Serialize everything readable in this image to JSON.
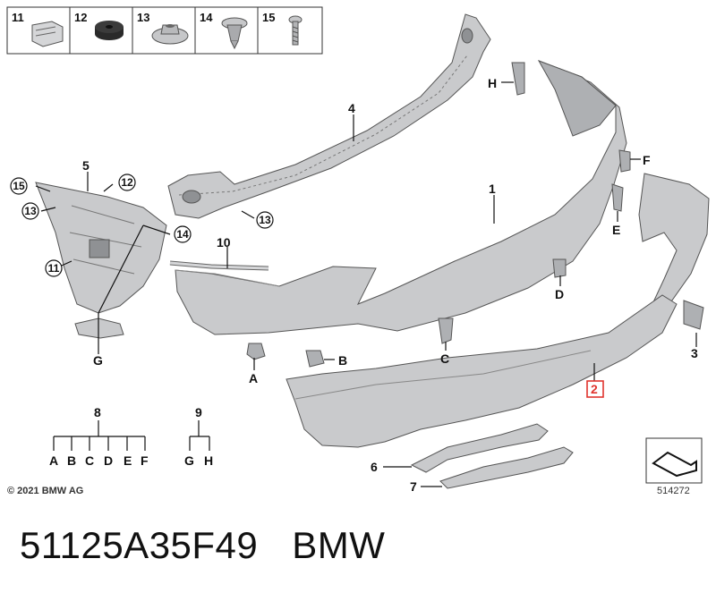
{
  "legend": {
    "items": [
      {
        "num": "11"
      },
      {
        "num": "12"
      },
      {
        "num": "13"
      },
      {
        "num": "14"
      },
      {
        "num": "15"
      }
    ]
  },
  "callouts": {
    "c1": "1",
    "c2": "2",
    "c3": "3",
    "c4": "4",
    "c5": "5",
    "c6": "6",
    "c7": "7",
    "c8": "8",
    "c9": "9",
    "c10": "10",
    "c11": "11",
    "c12": "12",
    "c13a": "13",
    "c13b": "13",
    "c14": "14",
    "c15": "15",
    "A": "A",
    "B": "B",
    "C": "C",
    "D": "D",
    "E": "E",
    "F": "F",
    "G": "G",
    "H": "H"
  },
  "tree8": {
    "letters": [
      "A",
      "B",
      "C",
      "D",
      "E",
      "F"
    ]
  },
  "tree9": {
    "letters": [
      "G",
      "H"
    ]
  },
  "highlight": {
    "color": "#e0342e"
  },
  "copyright": "© 2021 BMW AG",
  "diagram_code": "514272",
  "part_number": "51125A35F49",
  "brand": "BMW"
}
